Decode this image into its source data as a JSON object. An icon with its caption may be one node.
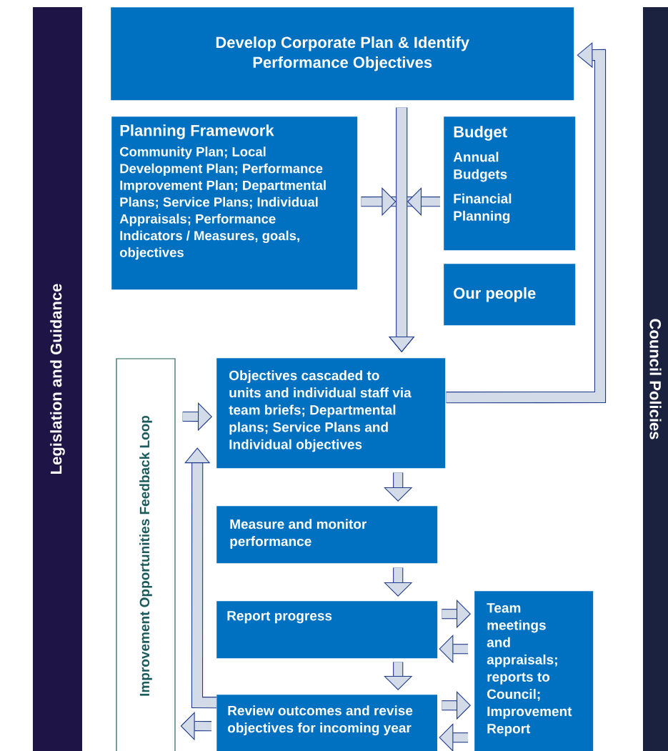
{
  "diagram": {
    "nodes": [
      {
        "text": [
          "Legislation and Guidance"
        ]
      },
      {
        "text": [
          "Council Policies"
        ]
      },
      {
        "text": [
          "Develop Corporate Plan & Identify Performance Objectives"
        ]
      },
      {
        "text": [
          "Planning Framework",
          "Community Plan; Local Development Plan; Performance Improvement Plan; Departmental Plans; Service Plans; Individual Appraisals; Performance Indicators / Measures, goals, objectives"
        ]
      },
      {
        "text": [
          "Budget",
          "Annual Budgets",
          "Financial Planning"
        ]
      },
      {
        "text": [
          "Our people"
        ]
      },
      {
        "text": [
          "Improvement Opportunities Feedback Loop"
        ]
      },
      {
        "text": [
          "Objectives cascaded to units and individual staff via team briefs; Departmental plans; Service Plans and Individual objectives"
        ]
      },
      {
        "text": [
          "Measure and monitor performance"
        ]
      },
      {
        "text": [
          "Report progress"
        ]
      },
      {
        "text": [
          "Review outcomes and revise objectives for incoming year"
        ]
      },
      {
        "text": [
          "Team meetings and appraisals; reports to Council; Improvement Report"
        ]
      }
    ],
    "edges": [
      {
        "from": 2,
        "to": 7,
        "arrow": "to"
      },
      {
        "from": 3,
        "to": 7,
        "arrow": "to"
      },
      {
        "from": 4,
        "to": 7,
        "arrow": "to"
      },
      {
        "from": 7,
        "to": 2,
        "arrow": "to"
      },
      {
        "from": 7,
        "to": 8,
        "arrow": "to"
      },
      {
        "from": 8,
        "to": 9,
        "arrow": "to"
      },
      {
        "from": 9,
        "to": 10,
        "arrow": "to"
      },
      {
        "from": 9,
        "to": 11,
        "arrow": "to"
      },
      {
        "from": 11,
        "to": 9,
        "arrow": "to"
      },
      {
        "from": 10,
        "to": 11,
        "arrow": "to"
      },
      {
        "from": 11,
        "to": 10,
        "arrow": "to"
      },
      {
        "from": 10,
        "to": 6,
        "arrow": "to"
      },
      {
        "from": 6,
        "to": 7,
        "arrow": "to"
      },
      {
        "from": 10,
        "to": 7,
        "arrow": "to"
      }
    ]
  }
}
